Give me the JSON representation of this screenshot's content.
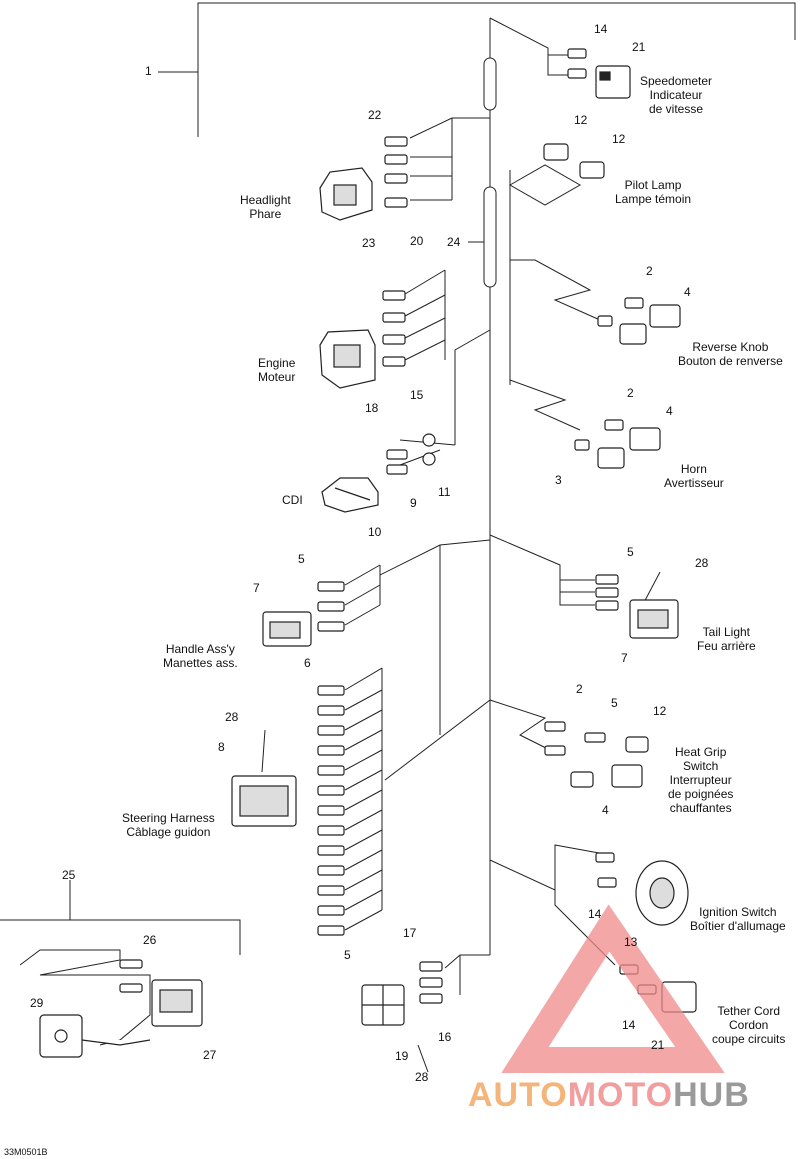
{
  "components": {
    "speedometer": [
      "Speedometer",
      "Indicateur",
      "de vitesse"
    ],
    "pilot_lamp": [
      "Pilot Lamp",
      "Lampe témoin"
    ],
    "headlight": [
      "Headlight",
      "Phare"
    ],
    "reverse_knob": [
      "Reverse Knob",
      "Bouton de renverse"
    ],
    "engine": [
      "Engine",
      "Moteur"
    ],
    "horn": [
      "Horn",
      "Avertisseur"
    ],
    "cdi": [
      "CDI"
    ],
    "handle": [
      "Handle Ass'y",
      "Manettes ass."
    ],
    "tail_light": [
      "Tail Light",
      "Feu arrière"
    ],
    "heat_grip": [
      "Heat Grip",
      "Switch",
      "Interrupteur",
      "de poignées",
      "chauffantes"
    ],
    "steering_harness": [
      "Steering Harness",
      "Câblage guidon"
    ],
    "ignition_switch": [
      "Ignition Switch",
      "Boîtier d'allumage"
    ],
    "tether_cord": [
      "Tether Cord",
      "Cordon",
      "coupe circuits"
    ]
  },
  "part_numbers": [
    "1",
    "14",
    "21",
    "22",
    "12",
    "12",
    "20",
    "23",
    "24",
    "2",
    "4",
    "18",
    "15",
    "2",
    "4",
    "3",
    "11",
    "9",
    "10",
    "5",
    "28",
    "7",
    "7",
    "5",
    "6",
    "28",
    "8",
    "2",
    "5",
    "12",
    "4",
    "25",
    "26",
    "29",
    "27",
    "17",
    "16",
    "19",
    "28",
    "5",
    "14",
    "13",
    "14",
    "21"
  ],
  "figure_code": "33M0501B",
  "watermark": {
    "part1": "AUTO",
    "part2": "MOTO",
    "part3": "HUB",
    "colors": {
      "orange": "#f4b57a",
      "red": "#f29e9e",
      "gray": "#9a9a9a",
      "triangle": "#f08a8a"
    }
  }
}
